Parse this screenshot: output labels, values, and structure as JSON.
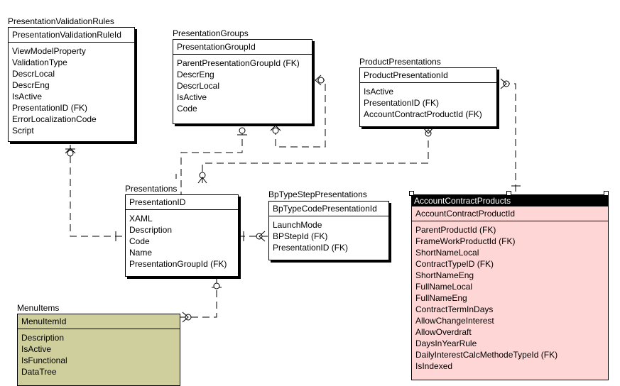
{
  "entities": {
    "pvr": {
      "name": "PresentationValidationRules",
      "pk": "PresentationValidationRuleId",
      "attrs": [
        "ViewModelProperty",
        "ValidationType",
        "DescrLocal",
        "DescrEng",
        "IsActive",
        "PresentationID (FK)",
        "ErrorLocalizationCode",
        "Script"
      ]
    },
    "pg": {
      "name": "PresentationGroups",
      "pk": "PresentationGroupId",
      "attrs": [
        "ParentPresentationGroupId (FK)",
        "DescrEng",
        "DescrLocal",
        "IsActive",
        "Code"
      ]
    },
    "pp": {
      "name": "ProductPresentations",
      "pk": "ProductPresentationId",
      "attrs": [
        "IsActive",
        "PresentationID (FK)",
        "AccountContractProductId (FK)"
      ]
    },
    "pres": {
      "name": "Presentations",
      "pk": "PresentationID",
      "attrs": [
        "XAML",
        "Description",
        "Code",
        "Name",
        "PresentationGroupId (FK)"
      ]
    },
    "bp": {
      "name": "BpTypeStepPresentations",
      "pk": "BpTypeCodePresentationId",
      "attrs": [
        "LaunchMode",
        "BPStepId (FK)",
        "PresentationID (FK)"
      ]
    },
    "acp": {
      "name": "AccountContractProducts",
      "pk": "AccountContractProductId",
      "attrs": [
        "ParentProductId (FK)",
        "FrameWorkProductId (FK)",
        "ShortNameLocal",
        "ContractTypeID (FK)",
        "ShortNameEng",
        "FullNameLocal",
        "FullNameEng",
        "ContractTermInDays",
        "AllowChangeInterest",
        "AllowOverdraft",
        "DaysInYearRule",
        "DailyInterestCalcMethodeTypeId (FK)",
        "IsIndexed"
      ]
    },
    "menu": {
      "name": "MenuItems",
      "pk": "MenuItemId",
      "attrs": [
        "Description",
        "IsActive",
        "IsFunctional",
        "DataTree"
      ]
    }
  },
  "colors": {
    "selected_fill": "#ffd6d6",
    "menu_fill": "#cfcf9d",
    "selected_title_bg": "#000000",
    "line": "#000000"
  }
}
